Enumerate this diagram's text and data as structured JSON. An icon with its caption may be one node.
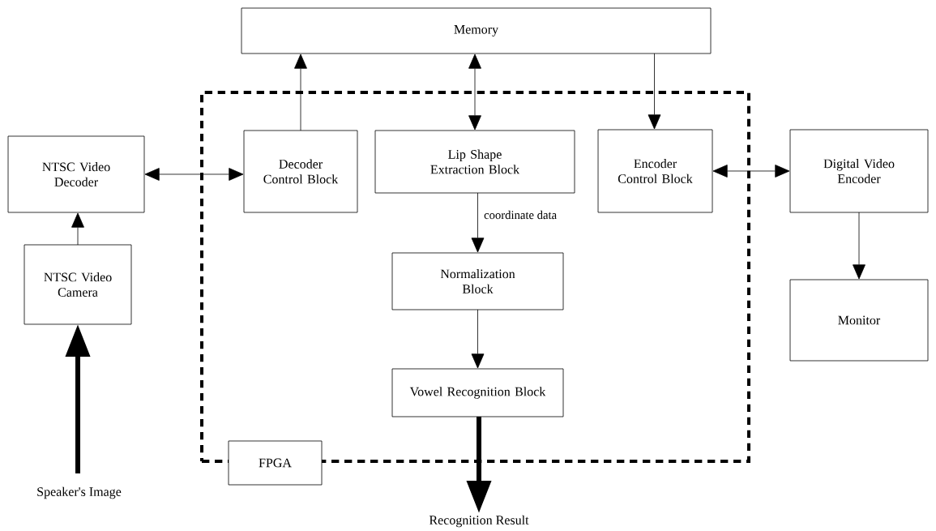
{
  "diagram": {
    "nodes": [
      {
        "text": [
          "Memory"
        ]
      },
      {
        "text": [
          "FPGA"
        ]
      },
      {
        "text": [
          "NTSC Video Decoder"
        ]
      },
      {
        "text": [
          "Decoder Control Block"
        ],
        "in": 1
      },
      {
        "text": [
          "Lip Shape Extraction Block"
        ],
        "in": 1
      },
      {
        "text": [
          "Encoder Control Block"
        ],
        "in": 1
      },
      {
        "text": [
          "Digital Video Encoder"
        ]
      },
      {
        "text": [
          "Normalization Block"
        ],
        "in": 1
      },
      {
        "text": [
          "Vowel Recognition Block"
        ],
        "in": 1
      },
      {
        "text": [
          "Monitor"
        ]
      },
      {
        "text": [
          "NTSC Video Camera"
        ]
      },
      {
        "text": [
          "Speaker's Image"
        ]
      },
      {
        "text": [
          "Recognition Result"
        ]
      }
    ],
    "edges": [
      {
        "from": 3,
        "to": 0,
        "arrow": "to"
      },
      {
        "from": 4,
        "to": 0,
        "arrow": "both"
      },
      {
        "from": 0,
        "to": 5,
        "arrow": "to"
      },
      {
        "from": 2,
        "to": 3,
        "arrow": "both"
      },
      {
        "from": 5,
        "to": 6,
        "arrow": "both"
      },
      {
        "from": 4,
        "to": 7,
        "arrow": "to",
        "label": "coordinate data"
      },
      {
        "from": 7,
        "to": 8,
        "arrow": "to"
      },
      {
        "from": 6,
        "to": 9,
        "arrow": "to"
      },
      {
        "from": 10,
        "to": 2,
        "arrow": "to"
      },
      {
        "from": 11,
        "to": 10,
        "arrow": "to",
        "style": "thick"
      },
      {
        "from": 8,
        "to": 12,
        "arrow": "to",
        "style": "thick"
      }
    ]
  }
}
